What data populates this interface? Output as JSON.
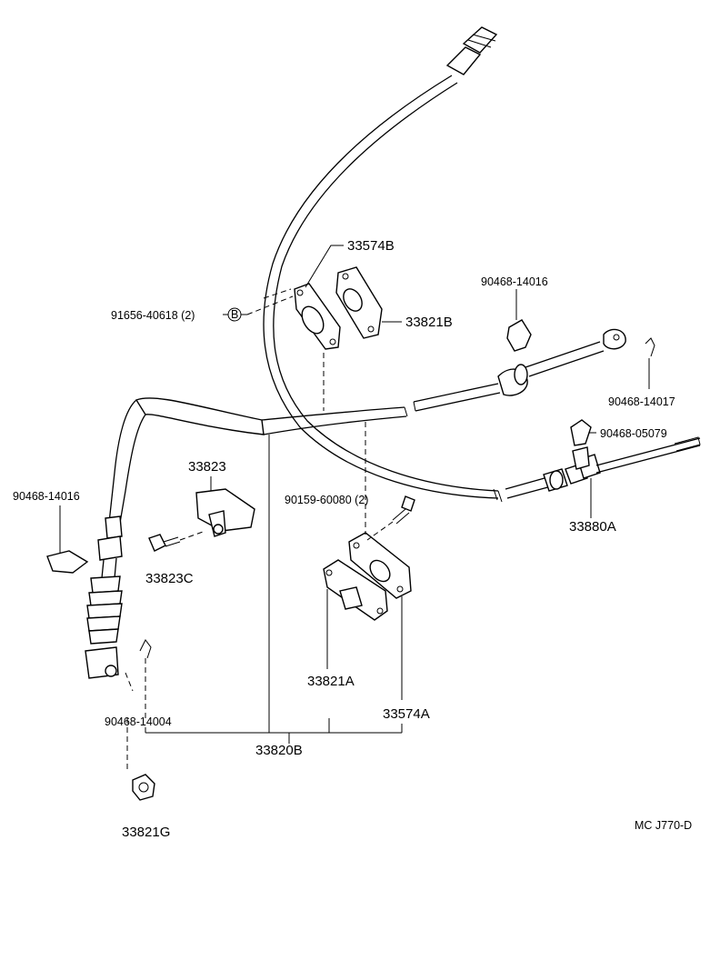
{
  "labels": {
    "p33574B": "33574B",
    "p91656": "91656-40618 (2)",
    "bolt_marker": "B",
    "p33821B": "33821B",
    "p90468_14016_top": "90468-14016",
    "p90468_14017": "90468-14017",
    "p90468_05079": "90468-05079",
    "p33880A": "33880A",
    "p90159": "90159-60080 (2)",
    "p33823": "33823",
    "p90468_14016_left": "90468-14016",
    "p33823C": "33823C",
    "p33821A": "33821A",
    "p33574A": "33574A",
    "p90468_14004": "90468-14004",
    "p33820B": "33820B",
    "p33821G": "33821G",
    "diagram_code": "MC J770-D"
  }
}
